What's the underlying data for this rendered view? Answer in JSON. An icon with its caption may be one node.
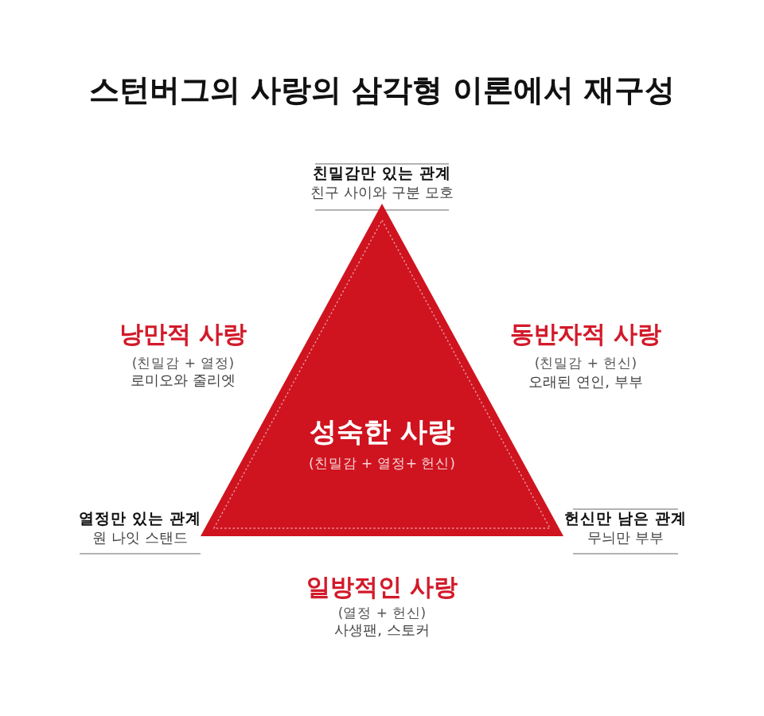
{
  "diagram": {
    "title": "스턴버그의 사랑의 삼각형 이론에서 재구성",
    "nodes": [
      {
        "text": [
          "성숙한 사랑",
          "(친밀감 + 열정+ 헌신)"
        ]
      }
    ],
    "labels": [
      "친밀감만 있는 관계",
      "친구 사이와 구분 모호",
      "낭만적 사랑",
      "(친밀감 + 열정)",
      "로미오와 줄리엣",
      "동반자적 사랑",
      "(친밀감 + 헌신)",
      "오래된 연인, 부부",
      "열정만 있는 관계",
      "원 나잇 스탠드",
      "헌신만 남은 관계",
      "무늬만 부부",
      "일방적인 사랑",
      "(열정 + 헌신)",
      "사생팬, 스토커"
    ]
  }
}
